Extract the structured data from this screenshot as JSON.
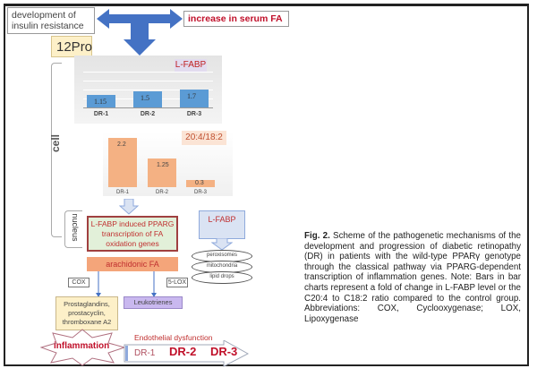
{
  "figure": {
    "top_boxes": {
      "insulin": "development of insulin resistance",
      "serum": "increase in serum FA"
    },
    "genotype_label": "12Pro",
    "cell_label": "cell",
    "nucleus_label": "nucleus",
    "pparg_box": "L-FABP induced PPARG transcription of FA oxidation genes",
    "arachidonic_box": "arachidonic FA",
    "lfabp_box": "L-FABP",
    "organelles": [
      "peroxisomes",
      "mitochondria",
      "lipid drops"
    ],
    "cox_label": "COX",
    "lox_label": "5-LOX",
    "prostaglandins_box": "Prostaglandins, prostacyclin, thromboxane A2",
    "leukotrienes_box": "Leukotrienes",
    "inflammation_label": "inflammation",
    "endothelial_label": "Endothelial dysfunction",
    "progression": [
      "DR-1",
      "DR-2",
      "DR-3"
    ],
    "colors": {
      "arrow_blue": "#4472c4",
      "accent_red": "#c0102a",
      "lfabp_bar": "#5b9bd5",
      "ratio_bar": "#f4b183"
    }
  },
  "caption": {
    "label": "Fig. 2.",
    "text": " Scheme of the pathogenetic mechanisms of the development and progression of diabetic retinopathy (DR) in patients with the wild-type PPARγ genotype through the classical pathway via PPARG-dependent transcription of inflammation genes. Note: Bars in bar charts represent a fold of change in L-FABP level or the C20:4 to C18:2 ratio compared to the control group. Abbreviations: COX, Cyclooxygenase; LOX, Lipoxygenase"
  },
  "chart_data": [
    {
      "type": "bar",
      "title": "L-FABP",
      "categories": [
        "DR-1",
        "DR-2",
        "DR-3"
      ],
      "values": [
        1.15,
        1.5,
        1.7
      ],
      "labels": [
        "1.15",
        "1.5",
        "1.7"
      ],
      "ylim": [
        0,
        5
      ],
      "grid": true
    },
    {
      "type": "bar",
      "title": "20:4/18:2",
      "categories": [
        "DR-1",
        "DR-2",
        "DR-3"
      ],
      "values": [
        2.2,
        1.25,
        0.3
      ],
      "labels": [
        "2.2",
        "1.25",
        "0.3"
      ],
      "ylim": [
        0,
        2.3
      ],
      "grid": false
    }
  ]
}
